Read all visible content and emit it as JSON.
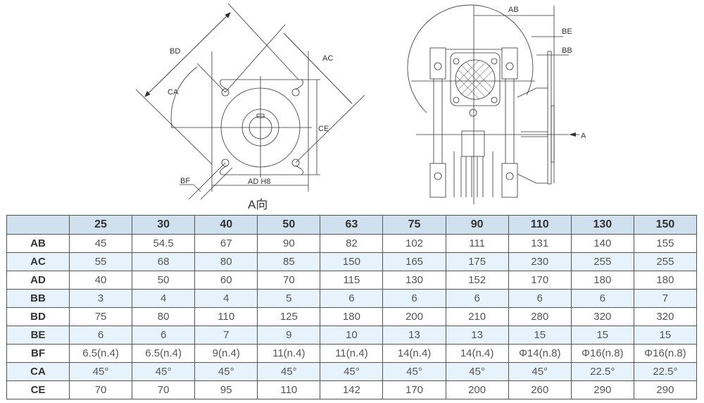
{
  "drawing": {
    "left_view": {
      "caption": "A向",
      "labels": {
        "BD": "BD",
        "AC": "AC",
        "CA": "CA",
        "CE": "CE",
        "BF": "BF",
        "AD": "AD H8"
      }
    },
    "right_view": {
      "labels": {
        "AB": "AB",
        "BE": "BE",
        "BB": "BB",
        "A": "A"
      }
    }
  },
  "table": {
    "columns": [
      "",
      "25",
      "30",
      "40",
      "50",
      "63",
      "75",
      "90",
      "110",
      "130",
      "150"
    ],
    "rows": [
      {
        "label": "AB",
        "values": [
          "45",
          "54.5",
          "67",
          "90",
          "82",
          "102",
          "111",
          "131",
          "140",
          "155"
        ]
      },
      {
        "label": "AC",
        "values": [
          "55",
          "68",
          "80",
          "85",
          "150",
          "165",
          "175",
          "230",
          "255",
          "255"
        ]
      },
      {
        "label": "AD",
        "values": [
          "40",
          "50",
          "60",
          "70",
          "115",
          "130",
          "152",
          "170",
          "180",
          "180"
        ]
      },
      {
        "label": "BB",
        "values": [
          "3",
          "4",
          "4",
          "5",
          "6",
          "6",
          "6",
          "6",
          "6",
          "7"
        ]
      },
      {
        "label": "BD",
        "values": [
          "75",
          "80",
          "110",
          "125",
          "180",
          "200",
          "210",
          "280",
          "320",
          "320"
        ]
      },
      {
        "label": "BE",
        "values": [
          "6",
          "6",
          "7",
          "9",
          "10",
          "13",
          "13",
          "15",
          "15",
          "15"
        ]
      },
      {
        "label": "BF",
        "values": [
          "6.5(n.4)",
          "6.5(n.4)",
          "9(n.4)",
          "11(n.4)",
          "11(n.4)",
          "14(n.4)",
          "14(n.4)",
          "Φ14(n.8)",
          "Φ16(n.8)",
          "Φ16(n.8)"
        ]
      },
      {
        "label": "CA",
        "values": [
          "45°",
          "45°",
          "45°",
          "45°",
          "45°",
          "45°",
          "45°",
          "45°",
          "22.5°",
          "22.5°"
        ]
      },
      {
        "label": "CE",
        "values": [
          "70",
          "70",
          "95",
          "110",
          "142",
          "170",
          "200",
          "260",
          "290",
          "290"
        ]
      }
    ]
  },
  "colors": {
    "header_bg": "#cfe0ee",
    "alt_row_bg": "#e6f2fc",
    "border": "#555555"
  }
}
